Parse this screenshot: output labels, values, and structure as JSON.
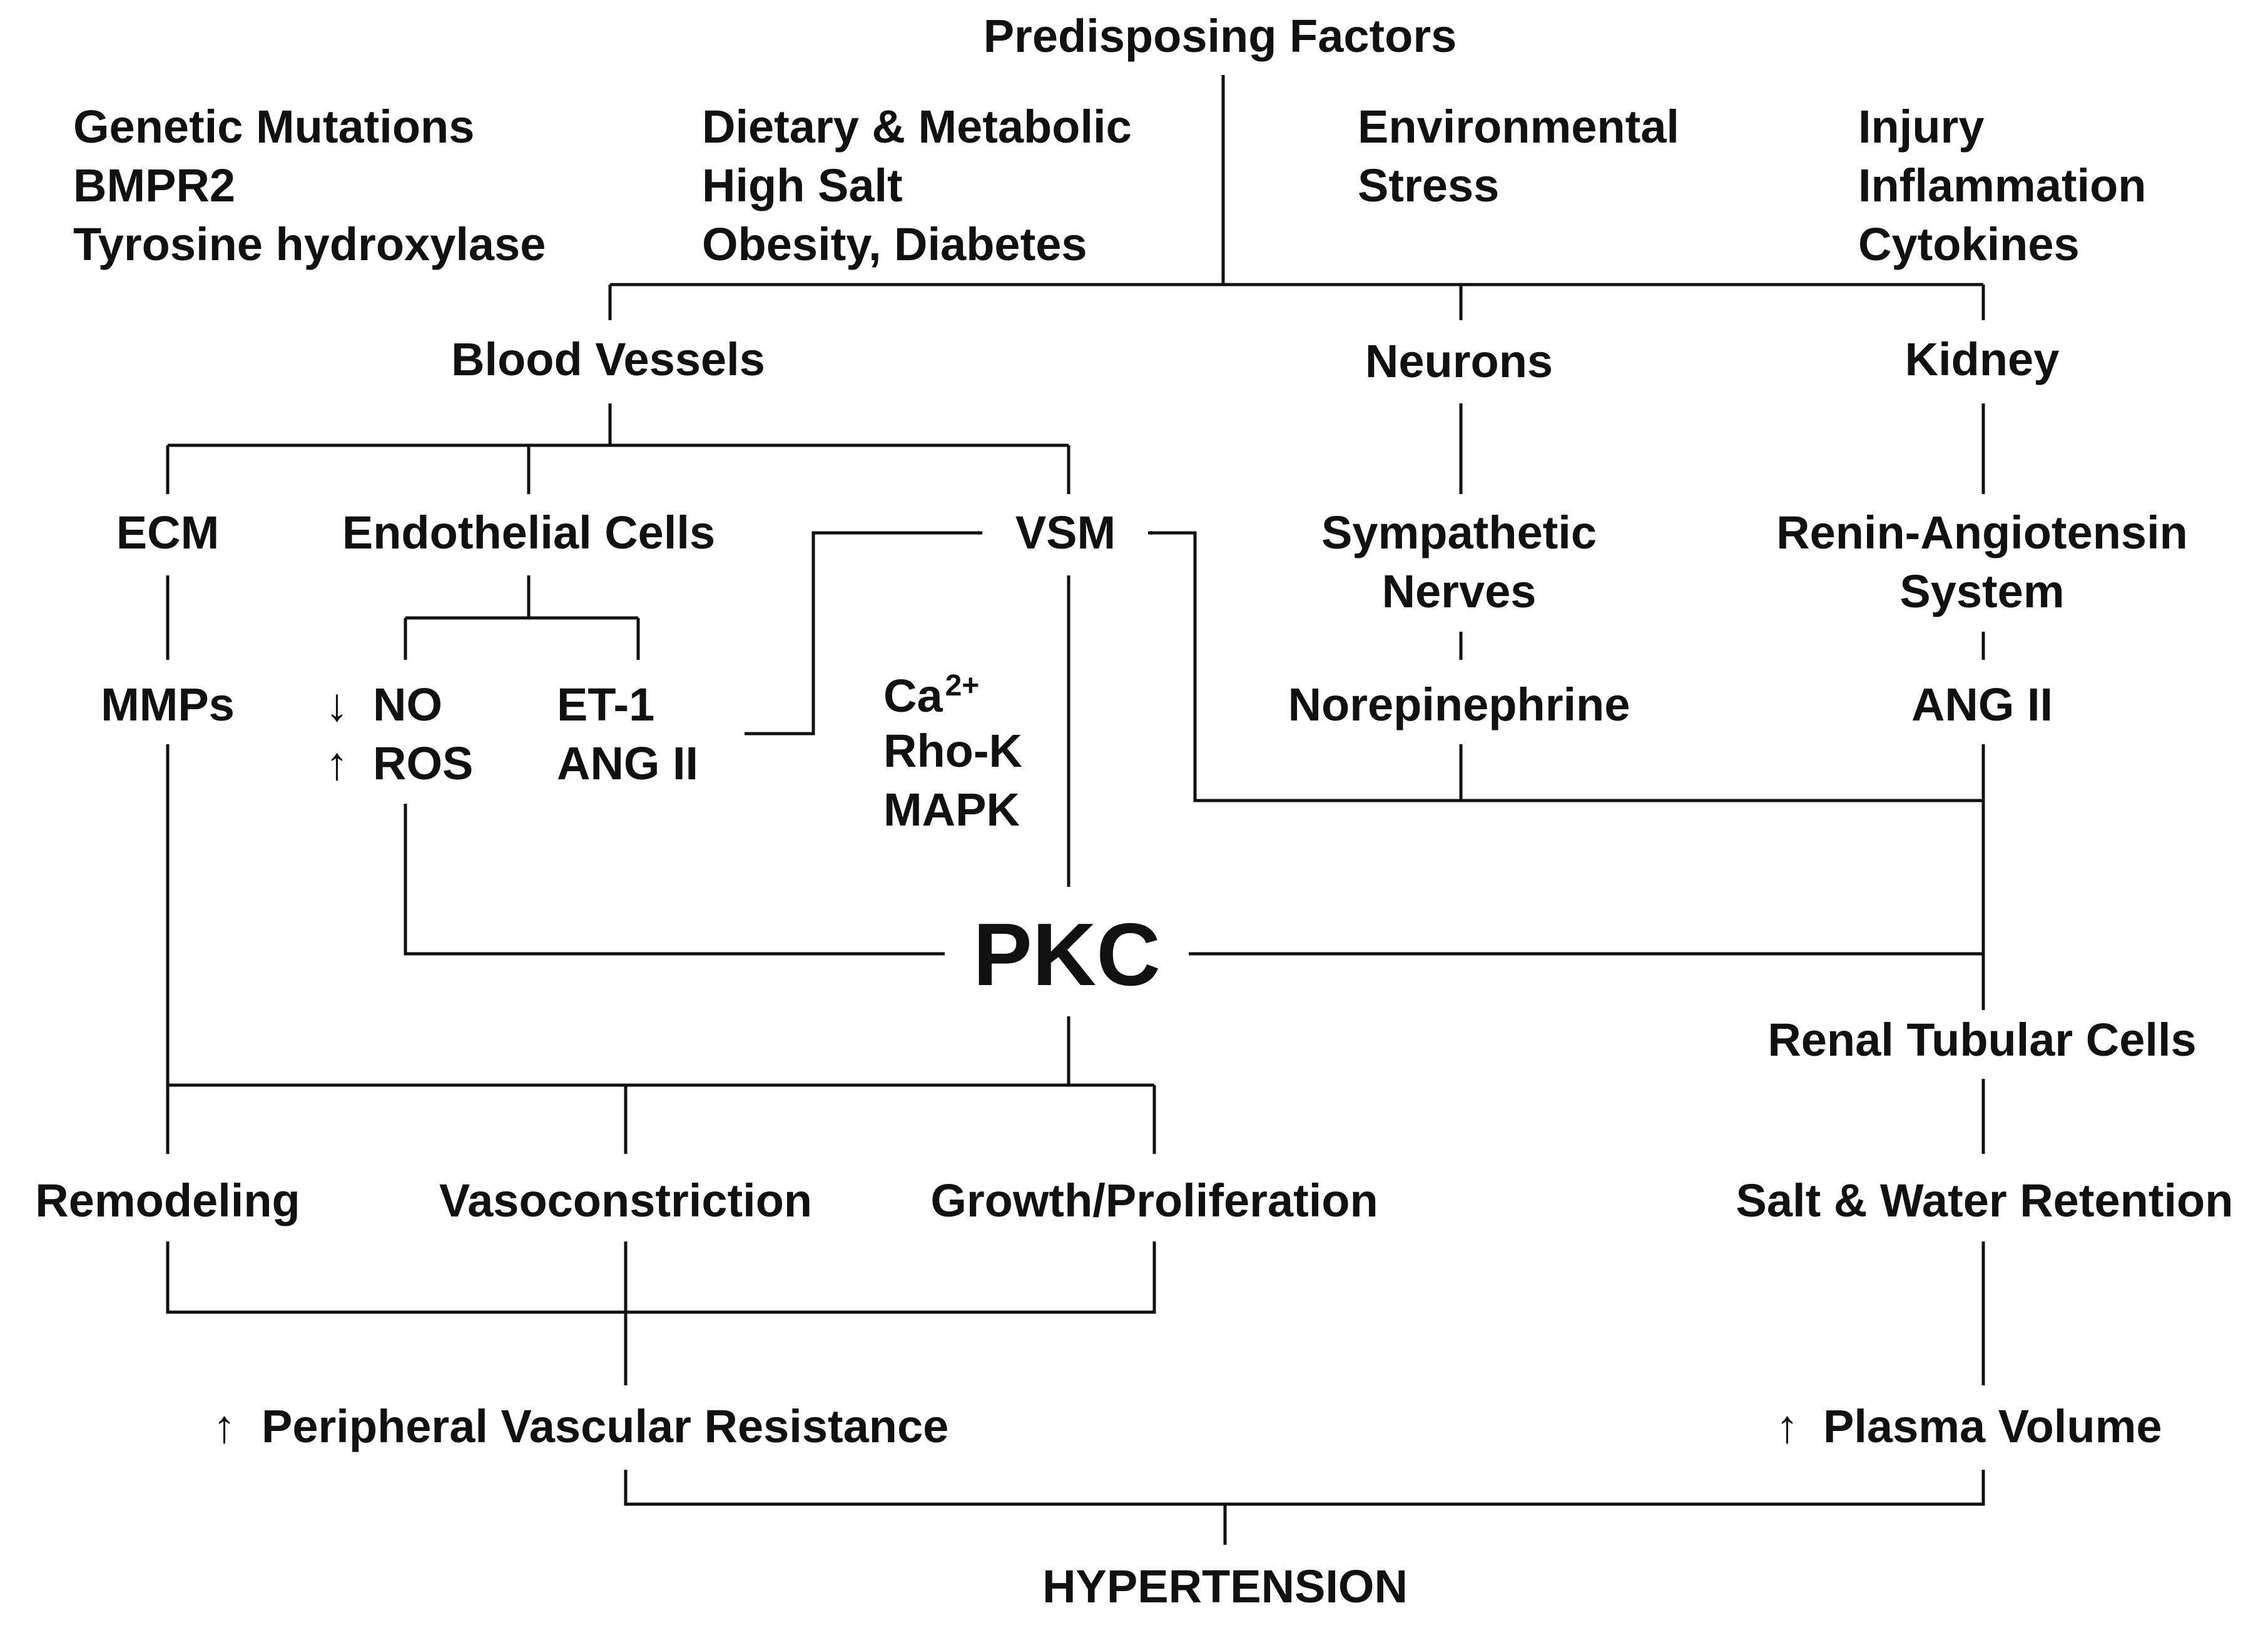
{
  "diagram": {
    "title": "Predisposing Factors",
    "factors": {
      "genetic": [
        "Genetic Mutations",
        "BMPR2",
        "Tyrosine hydroxylase"
      ],
      "dietary": [
        "Dietary & Metabolic",
        "High Salt",
        "Obesity, Diabetes"
      ],
      "environmental": [
        "Environmental",
        "Stress"
      ],
      "injury": [
        "Injury",
        "Inflammation",
        "Cytokines"
      ]
    },
    "organs": {
      "blood_vessels": "Blood Vessels",
      "neurons": "Neurons",
      "kidney": "Kidney"
    },
    "vessel_components": {
      "ecm": "ECM",
      "endothelial": "Endothelial Cells",
      "vsm": "VSM"
    },
    "neuron_branch": {
      "nerves": [
        "Sympathetic",
        "Nerves"
      ],
      "mediator": "Norepinephrine"
    },
    "kidney_branch": {
      "system": [
        "Renin-Angiotensin",
        "System"
      ],
      "mediator": "ANG II",
      "tubular": "Renal Tubular Cells",
      "retention": "Salt & Water Retention",
      "volume": "Plasma Volume"
    },
    "mediators": {
      "mmps": "MMPs",
      "no": "NO",
      "ros": "ROS",
      "et1": "ET-1",
      "ang2": "ANG II",
      "ca": "Ca",
      "ca_sup": "2+",
      "rhok": "Rho-K",
      "mapk": "MAPK"
    },
    "arrows": {
      "down": "↓",
      "up": "↑"
    },
    "center": "PKC",
    "outcomes": {
      "remodeling": "Remodeling",
      "vasoconstriction": "Vasoconstriction",
      "growth": "Growth/Proliferation",
      "resistance": "Peripheral Vascular Resistance"
    },
    "result": "HYPERTENSION"
  }
}
